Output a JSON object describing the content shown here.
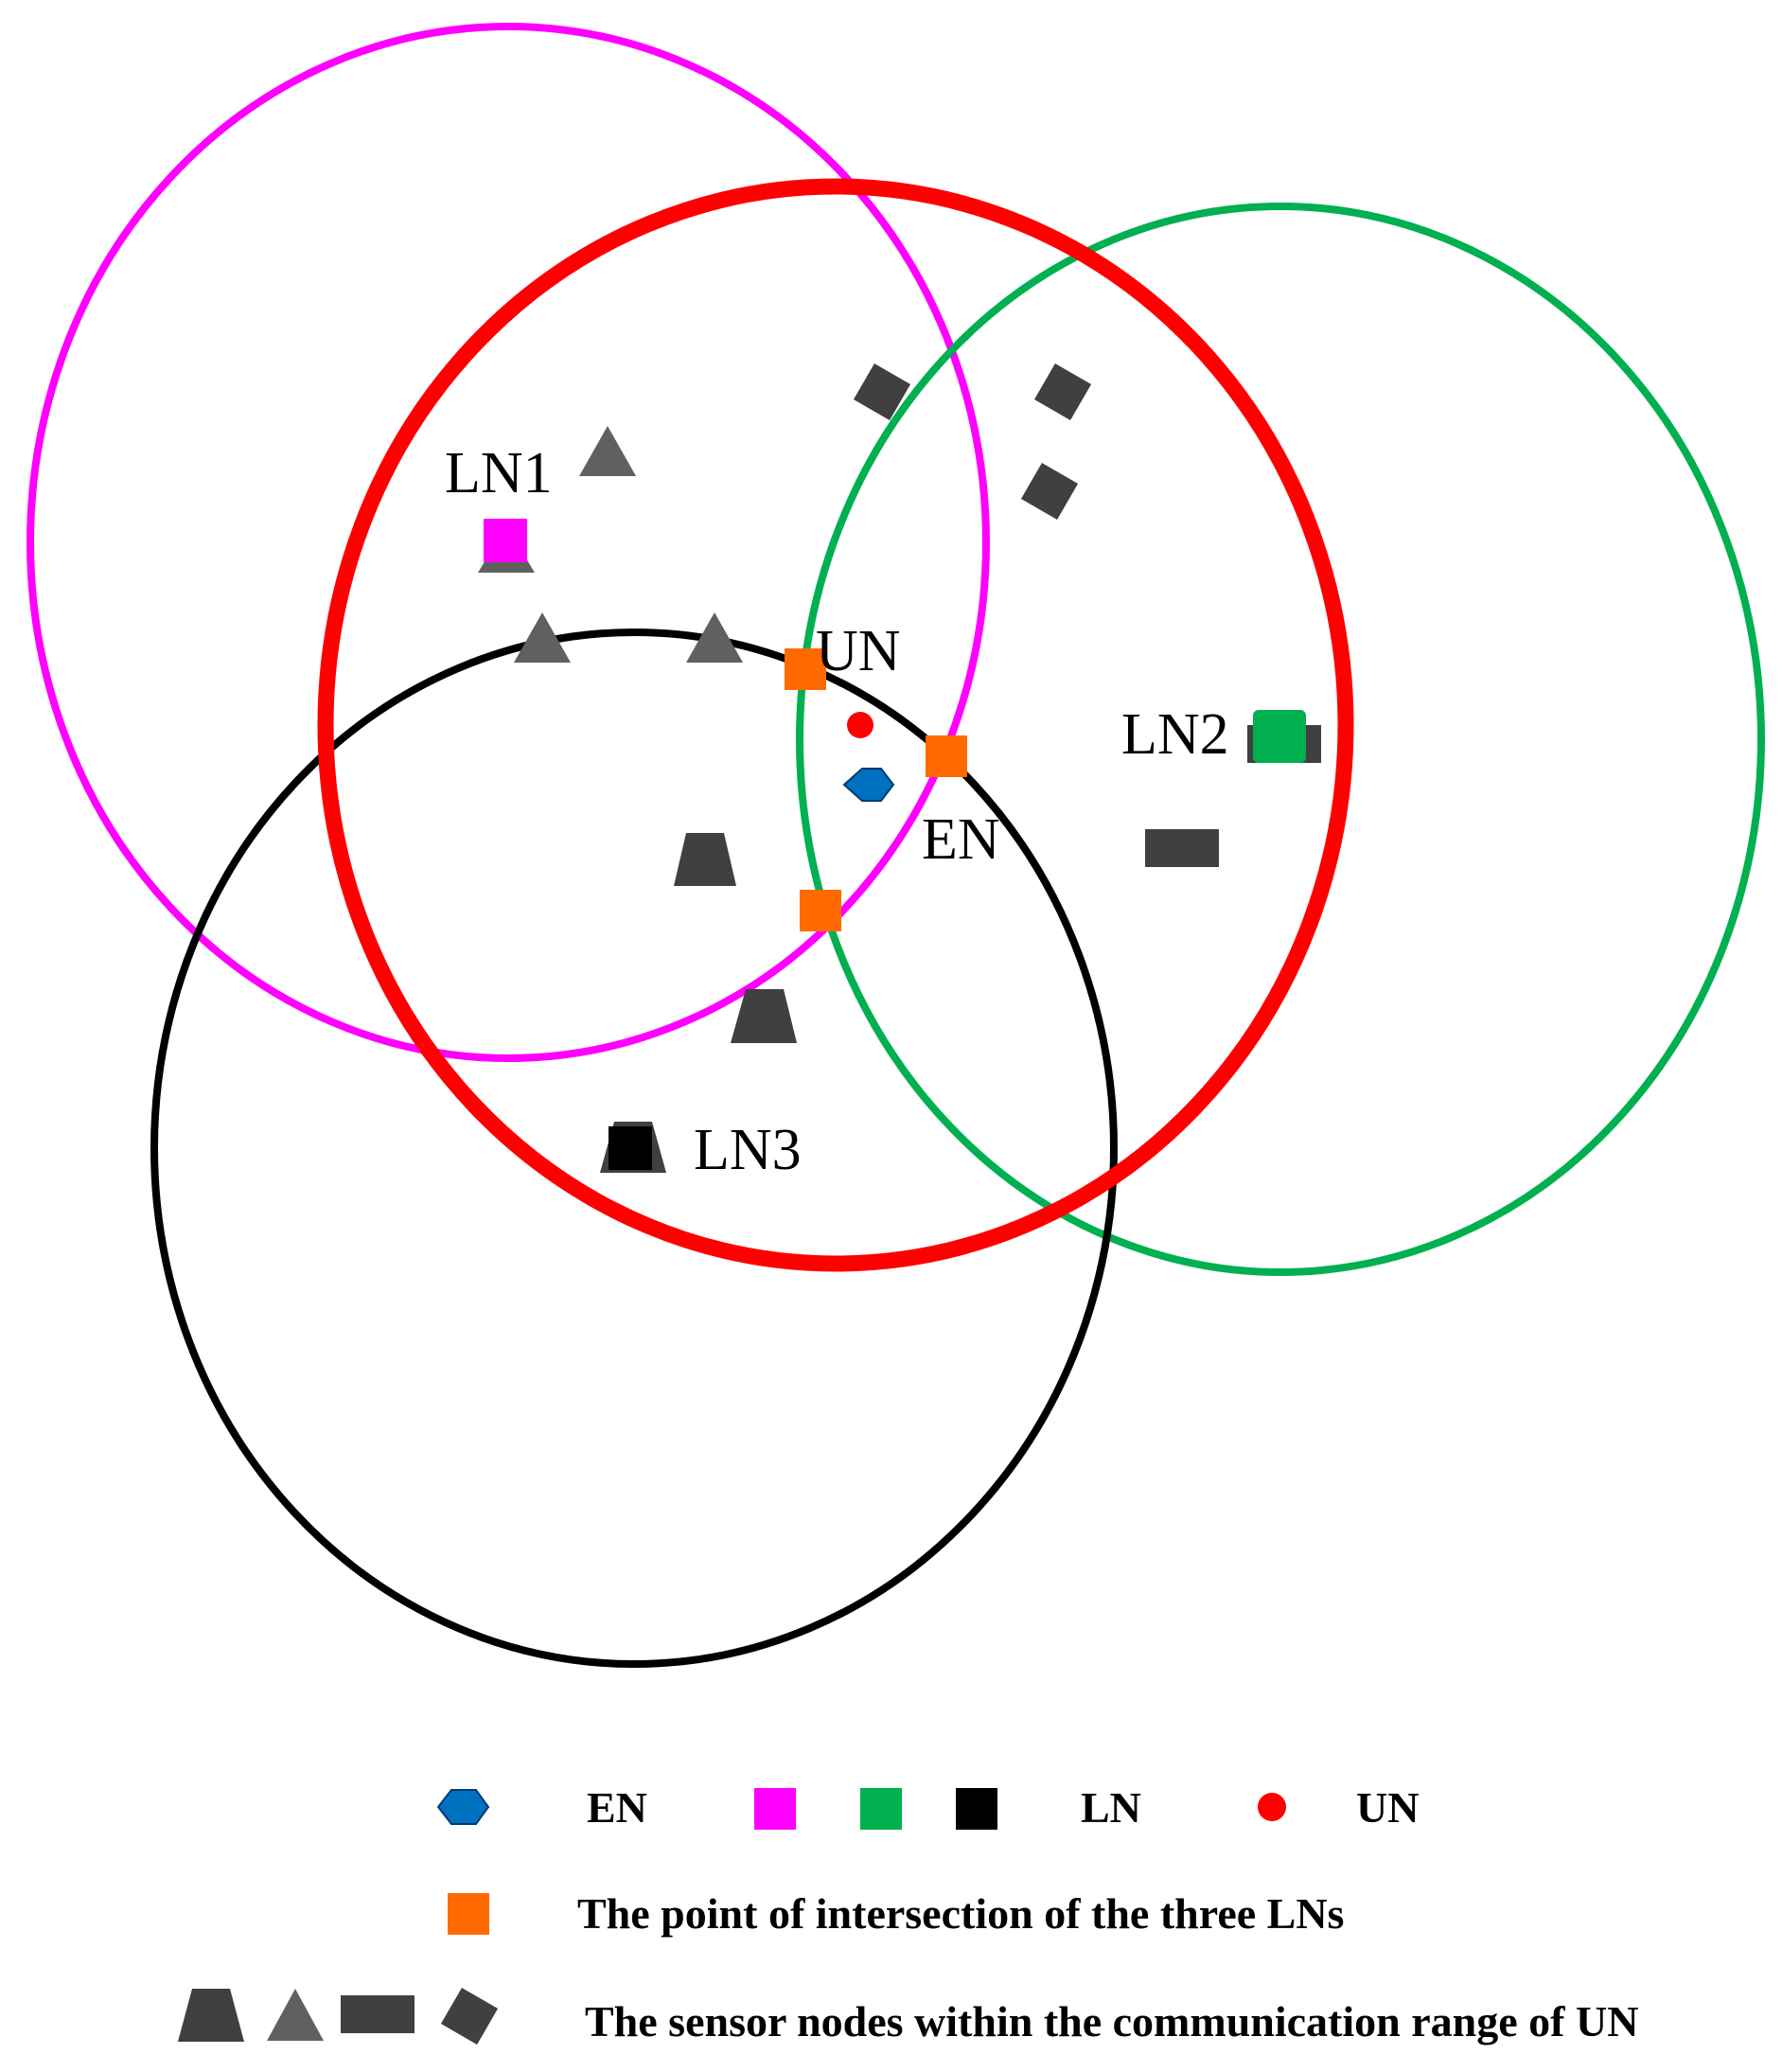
{
  "colors": {
    "ln1": "#ff00ff",
    "un_range": "#ff0000",
    "ln2": "#00b050",
    "ln3": "#000000",
    "intersection": "#ff6a00",
    "en": "#0070c0",
    "un": "#ff0000",
    "sensor_dark": "#404040",
    "sensor_light": "#606060"
  },
  "labels": {
    "ln1": "LN1",
    "ln2": "LN2",
    "ln3": "LN3",
    "un": "UN",
    "en": "EN"
  },
  "legend": {
    "en_label": "EN",
    "ln_label": "LN",
    "un_label": "UN",
    "intersection_label": "The point of intersection of the  three  LNs",
    "sensor_label": "The sensor nodes within the communication range of UN"
  }
}
